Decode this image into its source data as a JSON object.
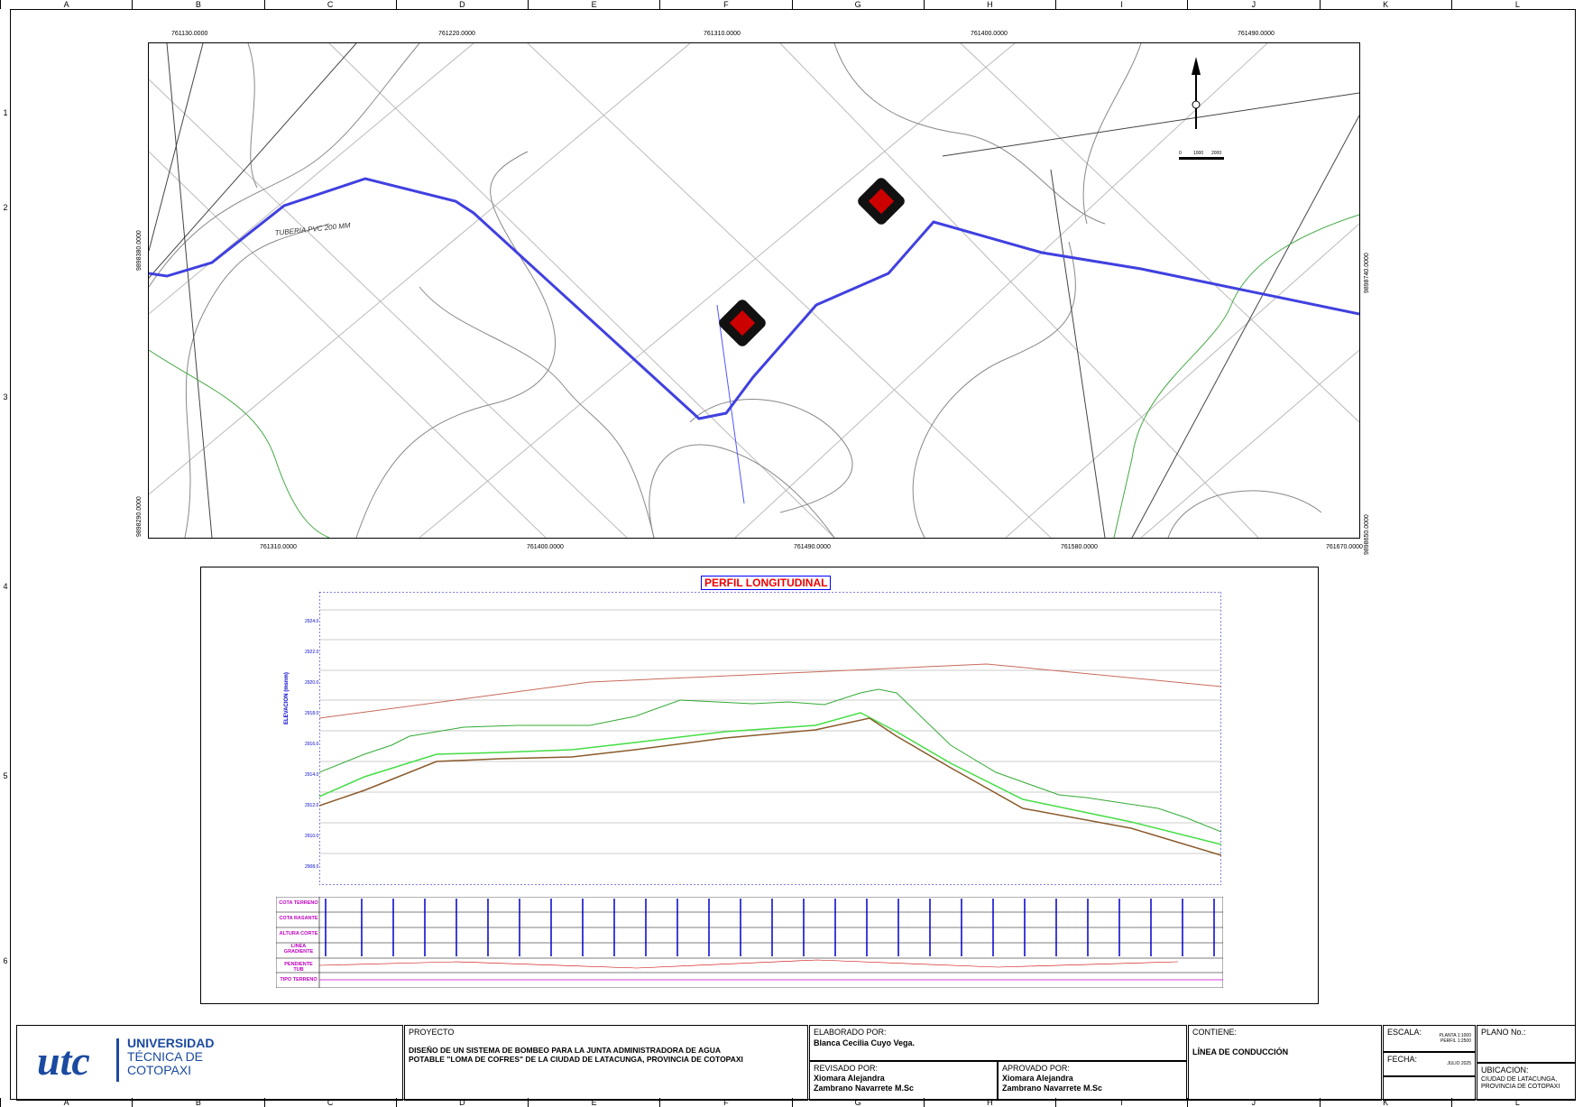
{
  "grid": {
    "cols": [
      "A",
      "B",
      "C",
      "D",
      "E",
      "F",
      "G",
      "H",
      "I",
      "J",
      "K",
      "L"
    ],
    "rows": [
      "1",
      "2",
      "3",
      "4",
      "5",
      "6"
    ]
  },
  "map": {
    "top_x": [
      "761130.0000",
      "761220.0000",
      "761310.0000",
      "761400.0000",
      "761490.0000"
    ],
    "bottom_x": [
      "761310.0000",
      "761400.0000",
      "761490.0000",
      "761580.0000",
      "761670.0000"
    ],
    "left_y": [
      "9898380.0000",
      "9898290.0000"
    ],
    "right_y": [
      "9898740.0000",
      "9898650.0000"
    ],
    "pipe_label": "TUBERIA PVC 200 MM",
    "scale_labels": [
      "0",
      "1000",
      "2000"
    ]
  },
  "profile": {
    "title": "PERFIL LONGITUDINAL",
    "ylabel": "ELEVACION (msnm)",
    "y_ticks": [
      "2924.0",
      "2922.0",
      "2920.0",
      "2918.0",
      "2916.0",
      "2914.0",
      "2912.0",
      "2910.0",
      "2908.0"
    ],
    "row_labels": [
      "COTA TERRENO",
      "COTA RASANTE",
      "ALTURA CORTE",
      "LINEA GRADIENTE",
      "PENDIENTE TUB",
      "TIPO TERRENO"
    ]
  },
  "titleblock": {
    "university": [
      "UNIVERSIDAD",
      "TÉCNICA DE",
      "COTOPAXI"
    ],
    "logo_text": "utc",
    "proyecto_label": "PROYECTO",
    "proyecto": "DISEÑO DE UN SISTEMA DE BOMBEO PARA LA JUNTA ADMINISTRADORA DE AGUA POTABLE \"LOMA DE COFRES\" DE LA CIUDAD DE LATACUNGA, PROVINCIA DE COTOPAXI",
    "elaborado_label": "ELABORADO POR:",
    "elaborado": "Blanca Cecilia Cuyo Vega.",
    "revisado_label": "REVISADO POR:",
    "revisado": [
      "Xiomara Alejandra",
      "Zambrano Navarrete M.Sc"
    ],
    "aprobado_label": "APROVADO POR:",
    "aprobado": [
      "Xiomara Alejandra",
      "Zambrano Navarrete M.Sc"
    ],
    "contiene_label": "CONTIENE:",
    "contiene": "LÍNEA DE CONDUCCIÓN",
    "escala_label": "ESCALA:",
    "escala": [
      "PLANTA 1:1000",
      "PERFIL 1:2500"
    ],
    "fecha_label": "FECHA:",
    "fecha": "JULIO 2025",
    "plano_label": "PLANO No.:",
    "ubicacion_label": "UBICACION:",
    "ubicacion": [
      "CIUDAD DE LATACUNGA,",
      "PROVINCIA DE COTOPAXI"
    ]
  }
}
